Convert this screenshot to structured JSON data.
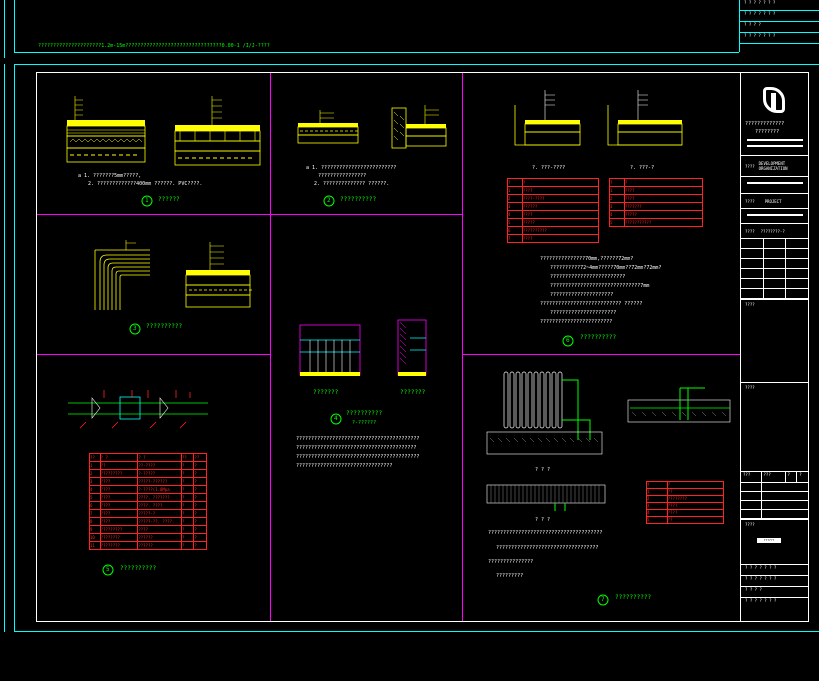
{
  "top_strip": {
    "note": "?????????????????????1.2m-15m????????????????????????????????0.00-1  /I/J-????"
  },
  "title_block_top": {
    "rows": [
      "?  ?  ?  ?  ?  ?  ?",
      "?  ?  ?  ?  ?  ?  ?",
      "?  ?  ?  ?",
      "?  ?  ?  ?  ?  ?  ?"
    ]
  },
  "panels": {
    "p1": {
      "notes": [
        "a  1. ???????5mm?????,",
        "2. ?????????????400mm ??????. PVC????."
      ],
      "label_num": "1",
      "label_text": "??????"
    },
    "p2": {
      "notes": [
        "a  1. ?????????????????????????",
        "????????????????",
        "2. ?????????????? ??????."
      ],
      "label_num": "2",
      "label_text": "??????????"
    },
    "p3": {
      "label_num": "3",
      "label_text": "??????????"
    },
    "p4": {
      "sub_left": "???????",
      "sub_right": "???????",
      "label_num": "4",
      "label_text": "??????????",
      "label_sub": "?-??????",
      "para": [
        "?????????????????????????????????????????",
        "????????????????????????????????????????",
        "?????????????????????????????????????????",
        "????????????????????????????????"
      ]
    },
    "p5": {
      "table_headers": [
        "??",
        "? ?",
        "? ?",
        "??",
        "??"
      ],
      "table_rows": [
        [
          "1",
          "??",
          "??-????",
          "?",
          "?"
        ],
        [
          "2",
          "?????????",
          "?-?????",
          "?",
          "?"
        ],
        [
          "3",
          "????",
          "?????-??????",
          "?",
          "?"
        ],
        [
          "4",
          "????",
          "?-????(1.0Mpa",
          "?",
          "?"
        ],
        [
          "5",
          "????",
          "????. ???????",
          "?",
          "?"
        ],
        [
          "6",
          "????",
          "????. ????",
          "?",
          "?"
        ],
        [
          "7",
          "????",
          "?????-?",
          "?",
          "?"
        ],
        [
          "8",
          "????",
          "?????-??. ????.",
          "?",
          "?"
        ],
        [
          "9",
          "?????????",
          "????",
          "?",
          "?"
        ],
        [
          "10",
          "????????",
          "??????",
          "?",
          "?"
        ],
        [
          "11",
          "????????",
          "??????",
          "?",
          "?"
        ]
      ],
      "label_num": "5",
      "label_text": "??????????"
    },
    "p6": {
      "sub_left": "?. ???-????",
      "sub_right": "?. ???-?",
      "table_left": [
        [
          "?",
          "?"
        ],
        [
          "1",
          "????"
        ],
        [
          "2",
          "????-????"
        ],
        [
          "3",
          "??????"
        ],
        [
          "4",
          "????"
        ],
        [
          "5",
          "?????"
        ],
        [
          "6",
          "??????????"
        ],
        [
          "7",
          "????"
        ]
      ],
      "table_right": [
        [
          "?",
          "?"
        ],
        [
          "1",
          "????"
        ],
        [
          "2",
          "????"
        ],
        [
          "3",
          "???????"
        ],
        [
          "4",
          "?????"
        ],
        [
          "5",
          "???????????"
        ]
      ],
      "notes": [
        "???????????????70mm,??????72mm?",
        "??????????72~4mm?????70mm??72mm?72mm?",
        "?????????????????????????",
        "??????????????????????????????7mm",
        "?????????????????????",
        "??????????????????????????? ??????",
        "??????????????????????",
        "????????????????????????"
      ],
      "label_num": "6",
      "label_text": "??????????"
    },
    "p7": {
      "plan_label": "? ? ?",
      "elev_label": "? ? ?",
      "table_headers": [
        "?",
        "?"
      ],
      "table_rows": [
        [
          "1",
          "??"
        ],
        [
          "2",
          "????????"
        ],
        [
          "3",
          "????"
        ],
        [
          "4",
          "????"
        ],
        [
          "5",
          "??"
        ]
      ],
      "notes": [
        "??????????????????????????????????????",
        "??????????????????????????????????",
        "???????????????",
        "?????????"
      ],
      "label_num": "7",
      "label_text": "??????????"
    }
  },
  "title_block": {
    "company_cn": "?????????????",
    "company_sub": "????????",
    "row1_label": "????",
    "row1_value": "DEVELOPMENT ORGANIZATION",
    "row2_label": "????",
    "row2_value": "PROJECT",
    "row3_label": "????",
    "row3_value": "????????-?",
    "row4_label": "????",
    "row5_label": "????",
    "bottom_headers": [
      "???",
      "???",
      "?",
      "?"
    ],
    "bottom_rows": [
      "?  ?  ?  ?  ?  ?  ?",
      "?  ?  ?  ?  ?  ?  ?",
      "?  ?  ?  ?",
      "?  ?  ?  ?  ?  ?  ?"
    ],
    "sheet_label": "????",
    "drawing_no": "??????"
  },
  "colors": {
    "frame": "#00ffff",
    "divider": "#ff00ff",
    "annot": "#ffff00",
    "hatch": "#ffff00",
    "pipe": "#00ff00",
    "table": "#ff2222",
    "text": "#ffffff"
  }
}
